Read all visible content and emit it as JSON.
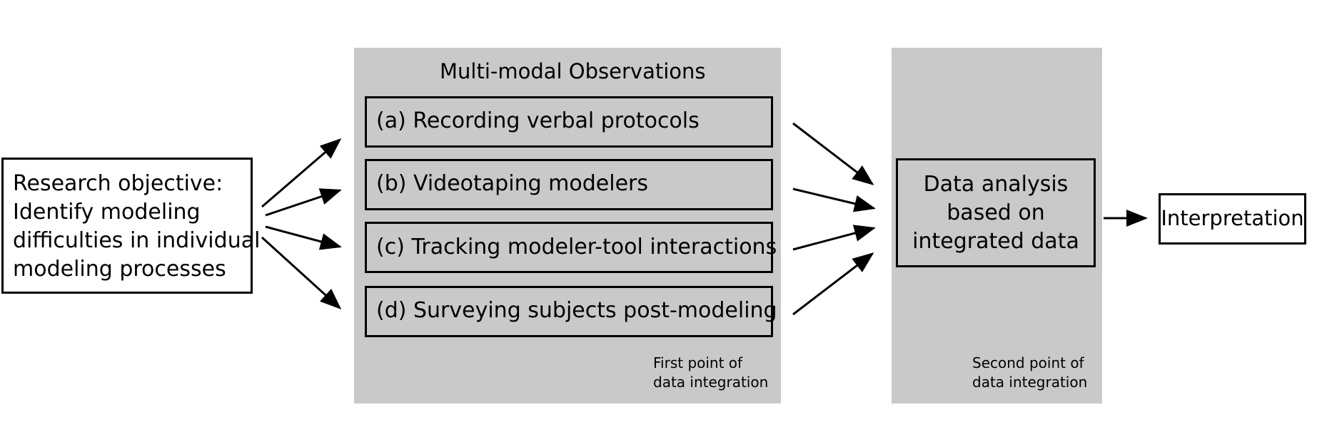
{
  "objective": {
    "lines": [
      "Research objective:",
      "Identify modeling",
      "difficulties in individual",
      "modeling processes"
    ]
  },
  "observations": {
    "title": "Multi-modal Observations",
    "items": [
      "(a) Recording verbal protocols",
      "(b) Videotaping modelers",
      "(c) Tracking modeler-tool interactions",
      "(d) Surveying subjects post-modeling"
    ],
    "note": [
      "First point of",
      "data integration"
    ]
  },
  "analysis": {
    "lines": [
      "Data analysis",
      "based on",
      "integrated data"
    ],
    "note": [
      "Second point of",
      "data integration"
    ]
  },
  "interpretation": {
    "label": "Interpretation"
  }
}
